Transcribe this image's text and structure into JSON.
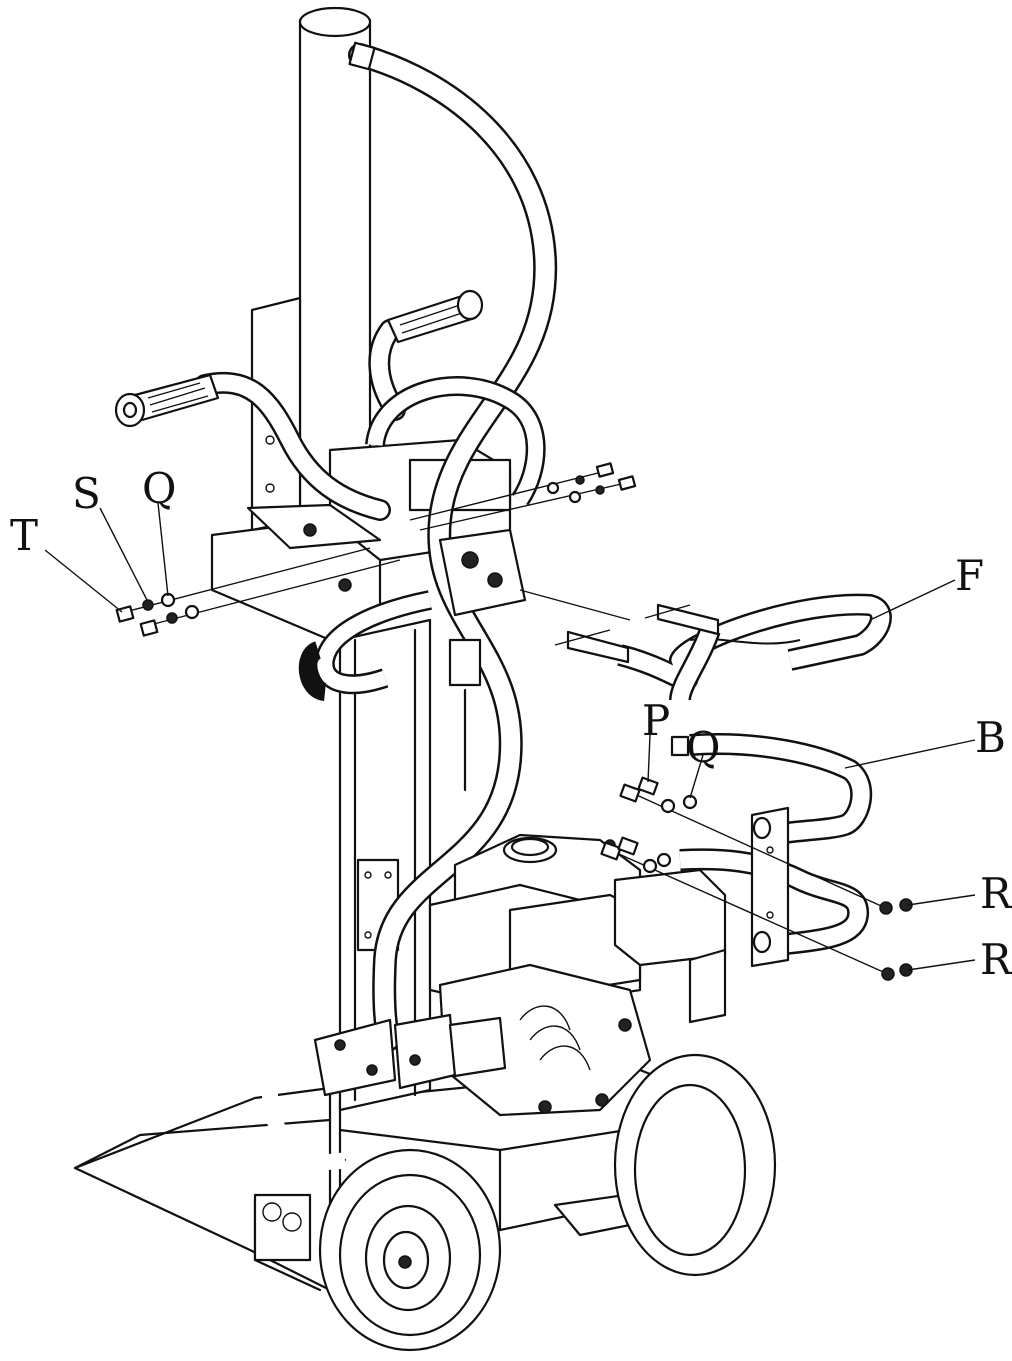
{
  "labels": {
    "T": "T",
    "S": "S",
    "Q_left": "Q",
    "F": "F",
    "B": "B",
    "P": "P",
    "Q_right": "Q",
    "R_upper": "R",
    "R_lower": "R"
  }
}
